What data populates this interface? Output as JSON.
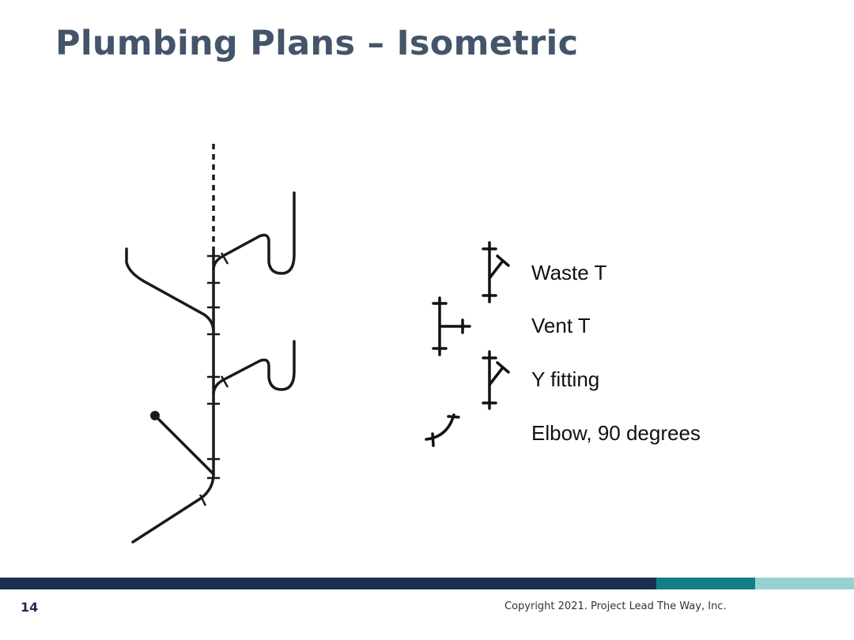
{
  "slide": {
    "title": "Plumbing Plans – Isometric",
    "page_number": "14",
    "copyright": "Copyright 2021. Project Lead The Way, Inc."
  },
  "legend": [
    {
      "label": "Waste T"
    },
    {
      "label": "Vent T"
    },
    {
      "label": "Y fitting"
    },
    {
      "label": "Elbow, 90 degrees"
    }
  ],
  "colors": {
    "title": "#44546A",
    "bar_navy": "#1B2F50",
    "bar_teal": "#137E86",
    "bar_light": "#97D2D2",
    "ink": "#111111"
  }
}
